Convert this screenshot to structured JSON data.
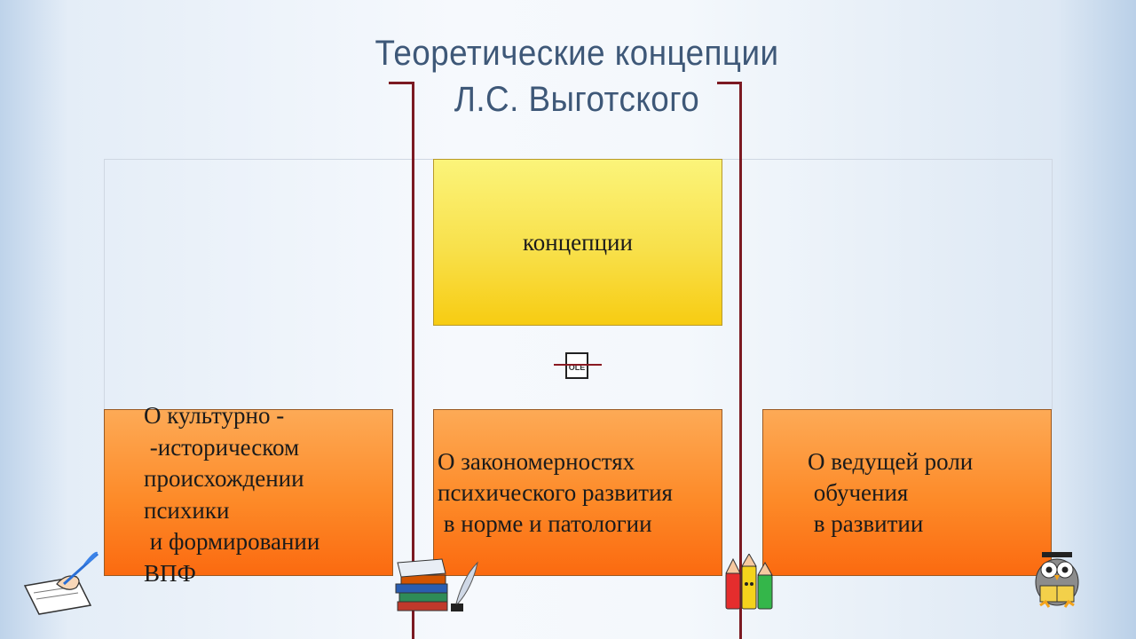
{
  "title": {
    "line1": "Теоретические концепции",
    "line2": "Л.С. Выготского"
  },
  "center_node": {
    "label": "концепции"
  },
  "placeholder": {
    "label": "OLE"
  },
  "nodes": [
    {
      "lines": [
        "О культурно -",
        " -историческом",
        "происхождении",
        "психики",
        " и формировании",
        "ВПФ"
      ]
    },
    {
      "lines": [
        "О закономерностях",
        "психического развития",
        " в норме и патологии"
      ]
    },
    {
      "lines": [
        "О ведущей роли",
        " обучения",
        " в развитии"
      ]
    }
  ],
  "colors": {
    "title": "#3e5878",
    "top_box": "#f8e04a",
    "bottom_boxes": "#fd8a28",
    "divider_lines": "#7c1a22"
  },
  "decorations": [
    "writing-hand-icon",
    "books-quill-icon",
    "crayons-icon",
    "owl-reading-icon"
  ]
}
